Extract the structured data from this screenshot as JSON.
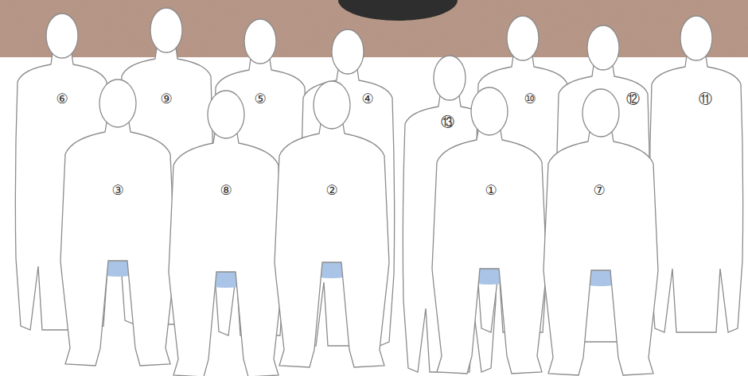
{
  "diagram": {
    "labels": [
      "⑥",
      "⑨",
      "⑤",
      "④",
      "⑩",
      "⑫",
      "⑪",
      "⑬",
      "③",
      "⑧",
      "②",
      "①",
      "⑦"
    ]
  }
}
